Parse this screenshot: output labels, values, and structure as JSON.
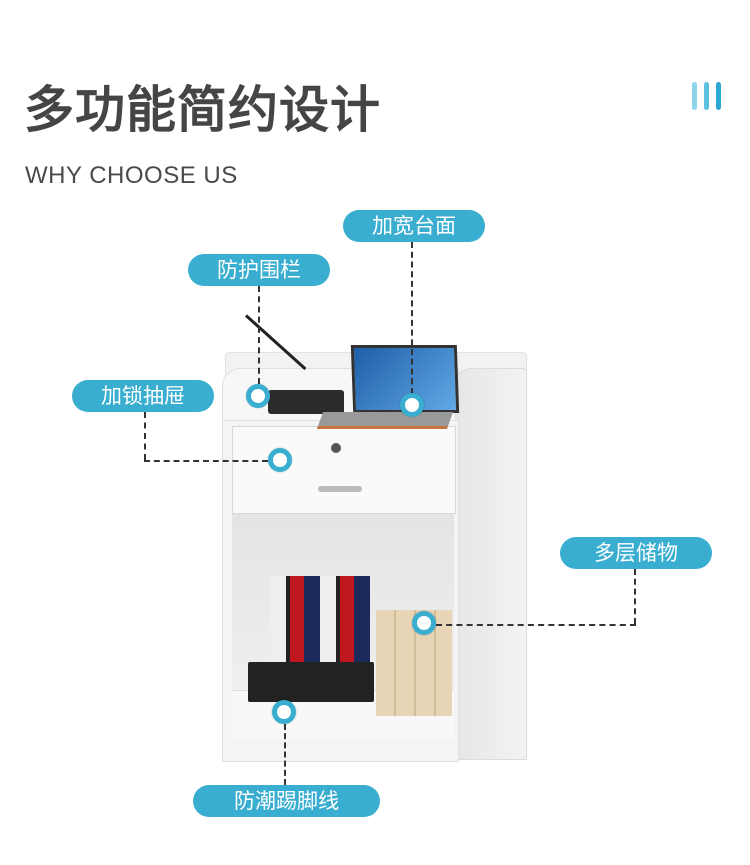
{
  "header": {
    "title": "多功能简约设计",
    "subtitle": "WHY CHOOSE US",
    "decor_icon": "three-bars-icon"
  },
  "features": {
    "wide_top": "加宽台面",
    "guard_rail": "防护围栏",
    "lock_drawer": "加锁抽屉",
    "multi_storage": "多层储物",
    "kickboard": "防潮踢脚线"
  },
  "colors": {
    "accent": "#3aaed0",
    "title": "#454545"
  }
}
